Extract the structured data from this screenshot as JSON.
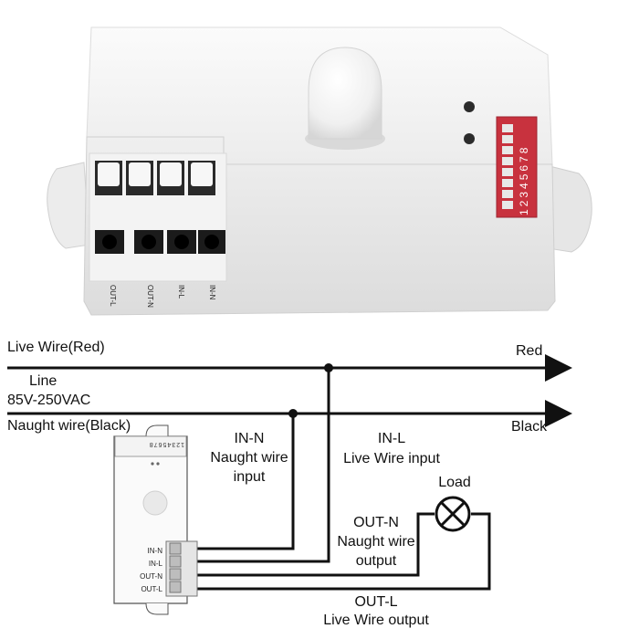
{
  "photo": {
    "terminal_labels": [
      "OUT-L",
      "OUT-N",
      "IN-L",
      "IN-N"
    ],
    "dip_numbers": "12345678"
  },
  "wiring": {
    "live_wire_label": "Live Wire(Red)",
    "line_label": "Line",
    "voltage_label": "85V-250VAC",
    "neutral_wire_label": "Naught wire(Black)",
    "red_label": "Red",
    "black_label": "Black",
    "in_n": {
      "title": "IN-N",
      "line1": "Naught wire",
      "line2": "input"
    },
    "in_l": {
      "title": "IN-L",
      "line1": "Live Wire input"
    },
    "load_label": "Load",
    "out_n": {
      "title": "OUT-N",
      "line1": "Naught wire",
      "line2": "output"
    },
    "out_l": {
      "title": "OUT-L",
      "line1": "Live Wire output"
    }
  },
  "module": {
    "terminal_labels": [
      "IN-N",
      "IN-L",
      "OUT-N",
      "OUT-L"
    ],
    "dip_numbers": "12345678"
  },
  "colors": {
    "housing": "#f2f2f2",
    "dip_red": "#c8323e",
    "wire": "#111111"
  }
}
